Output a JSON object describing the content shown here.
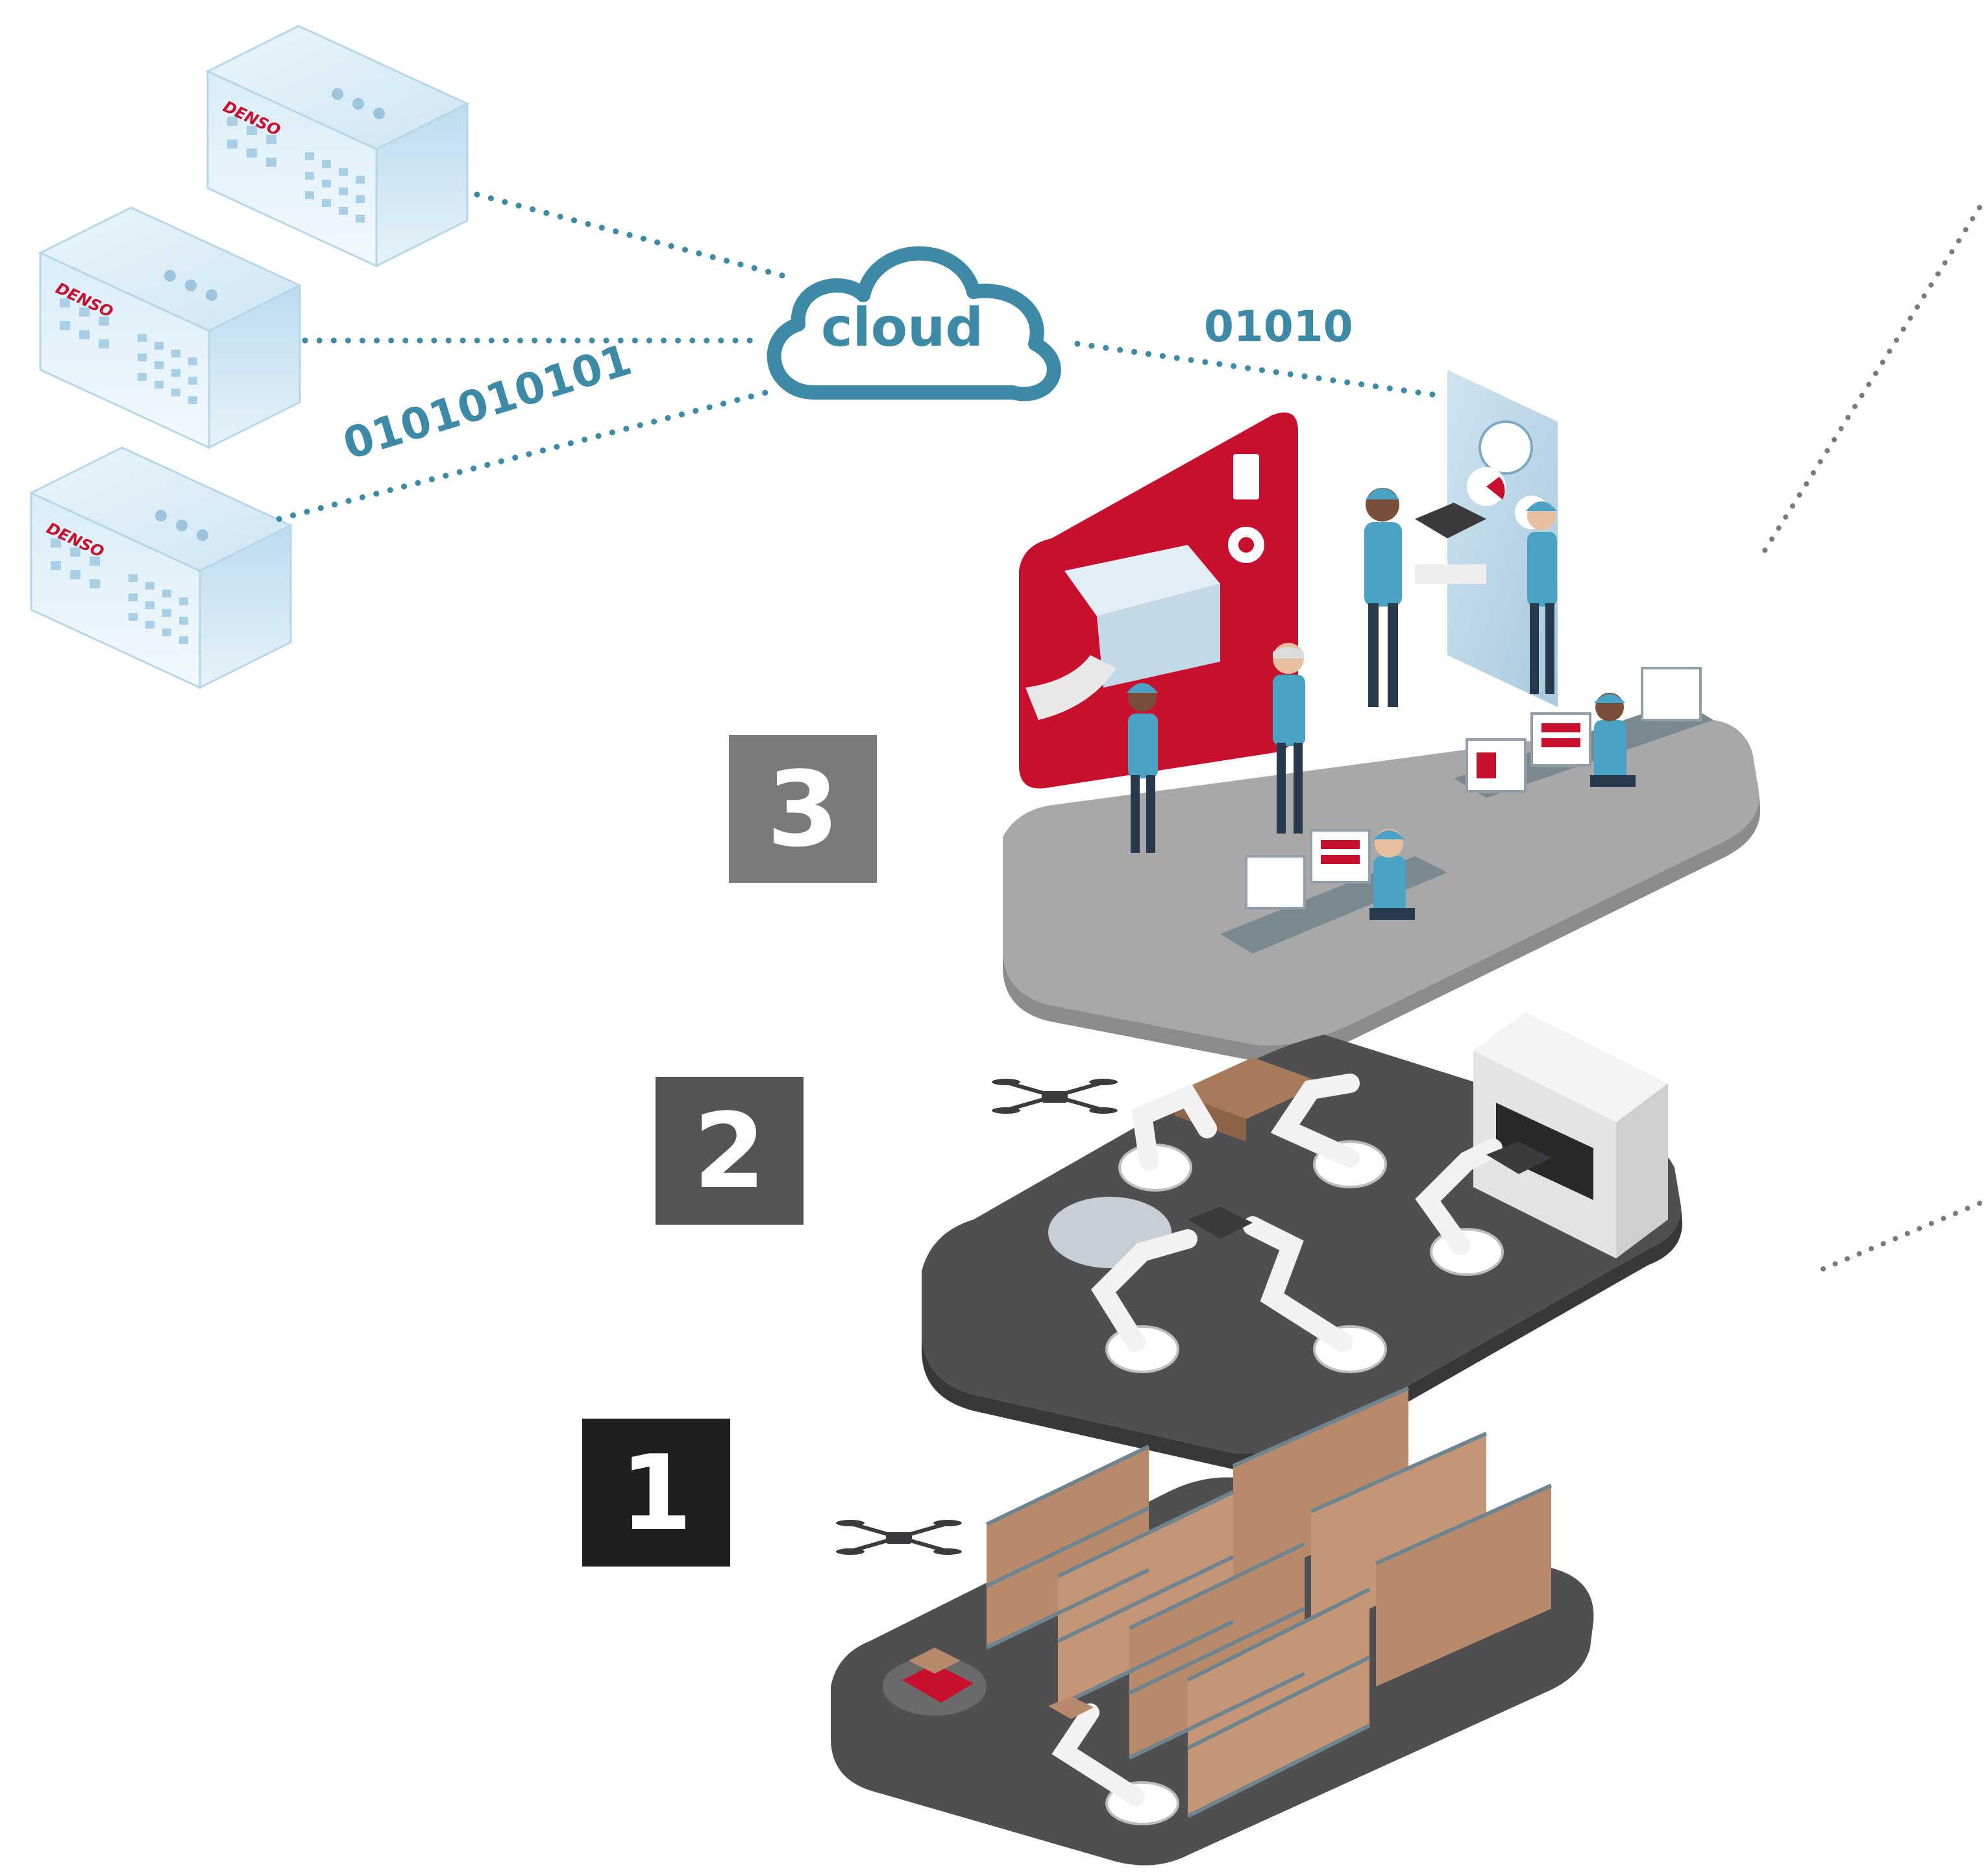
{
  "colors": {
    "cloud": "#3d8aa6",
    "building": "#d8ecf7",
    "brand_red": "#c8102e",
    "layer_light": "#a8a8aa",
    "layer_dark": "#4f4f52",
    "badge_3": "#7a7a7c",
    "badge_2": "#545457",
    "badge_1": "#1f1f20",
    "worker": "#4aa3c4",
    "box": "#b88a6a"
  },
  "buildings": [
    {
      "brand": "DENSO"
    },
    {
      "brand": "DENSO"
    },
    {
      "brand": "DENSO"
    }
  ],
  "cloud": {
    "label": "cloud",
    "icon": "cloud-icon"
  },
  "data_streams": {
    "right": "01010",
    "left": "0101010101"
  },
  "layers": [
    {
      "number": "3",
      "icon": "digital-twin-office"
    },
    {
      "number": "2",
      "icon": "robot-assembly-floor"
    },
    {
      "number": "1",
      "icon": "warehouse-floor"
    }
  ]
}
